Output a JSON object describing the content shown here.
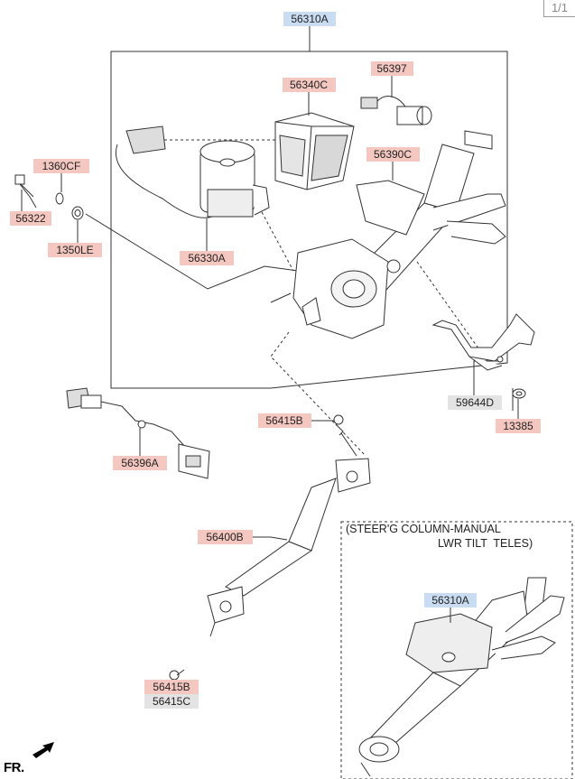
{
  "page": {
    "indicator": "1/1",
    "direction_label": "FR."
  },
  "colors": {
    "label_red_bg": "#f5c7c1",
    "label_blue_bg": "#c9dcf2",
    "label_gray_bg": "#e3e3e3",
    "line": "#333333"
  },
  "parts": {
    "p56310A_main": "56310A",
    "p56397": "56397",
    "p56340C": "56340C",
    "p1360CF": "1360CF",
    "p56390C": "56390C",
    "p56322": "56322",
    "p1350LE": "1350LE",
    "p56330A": "56330A",
    "p59644D": "59644D",
    "p13385": "13385",
    "p56415B_upper": "56415B",
    "p56396A": "56396A",
    "p56400B": "56400B",
    "p56415B_lower": "56415B",
    "p56415C": "56415C",
    "p56310A_inset": "56310A"
  },
  "inset": {
    "title_line1": "(STEER'G COLUMN-MANUAL",
    "title_line2": "LWR TILT  TELES)"
  }
}
